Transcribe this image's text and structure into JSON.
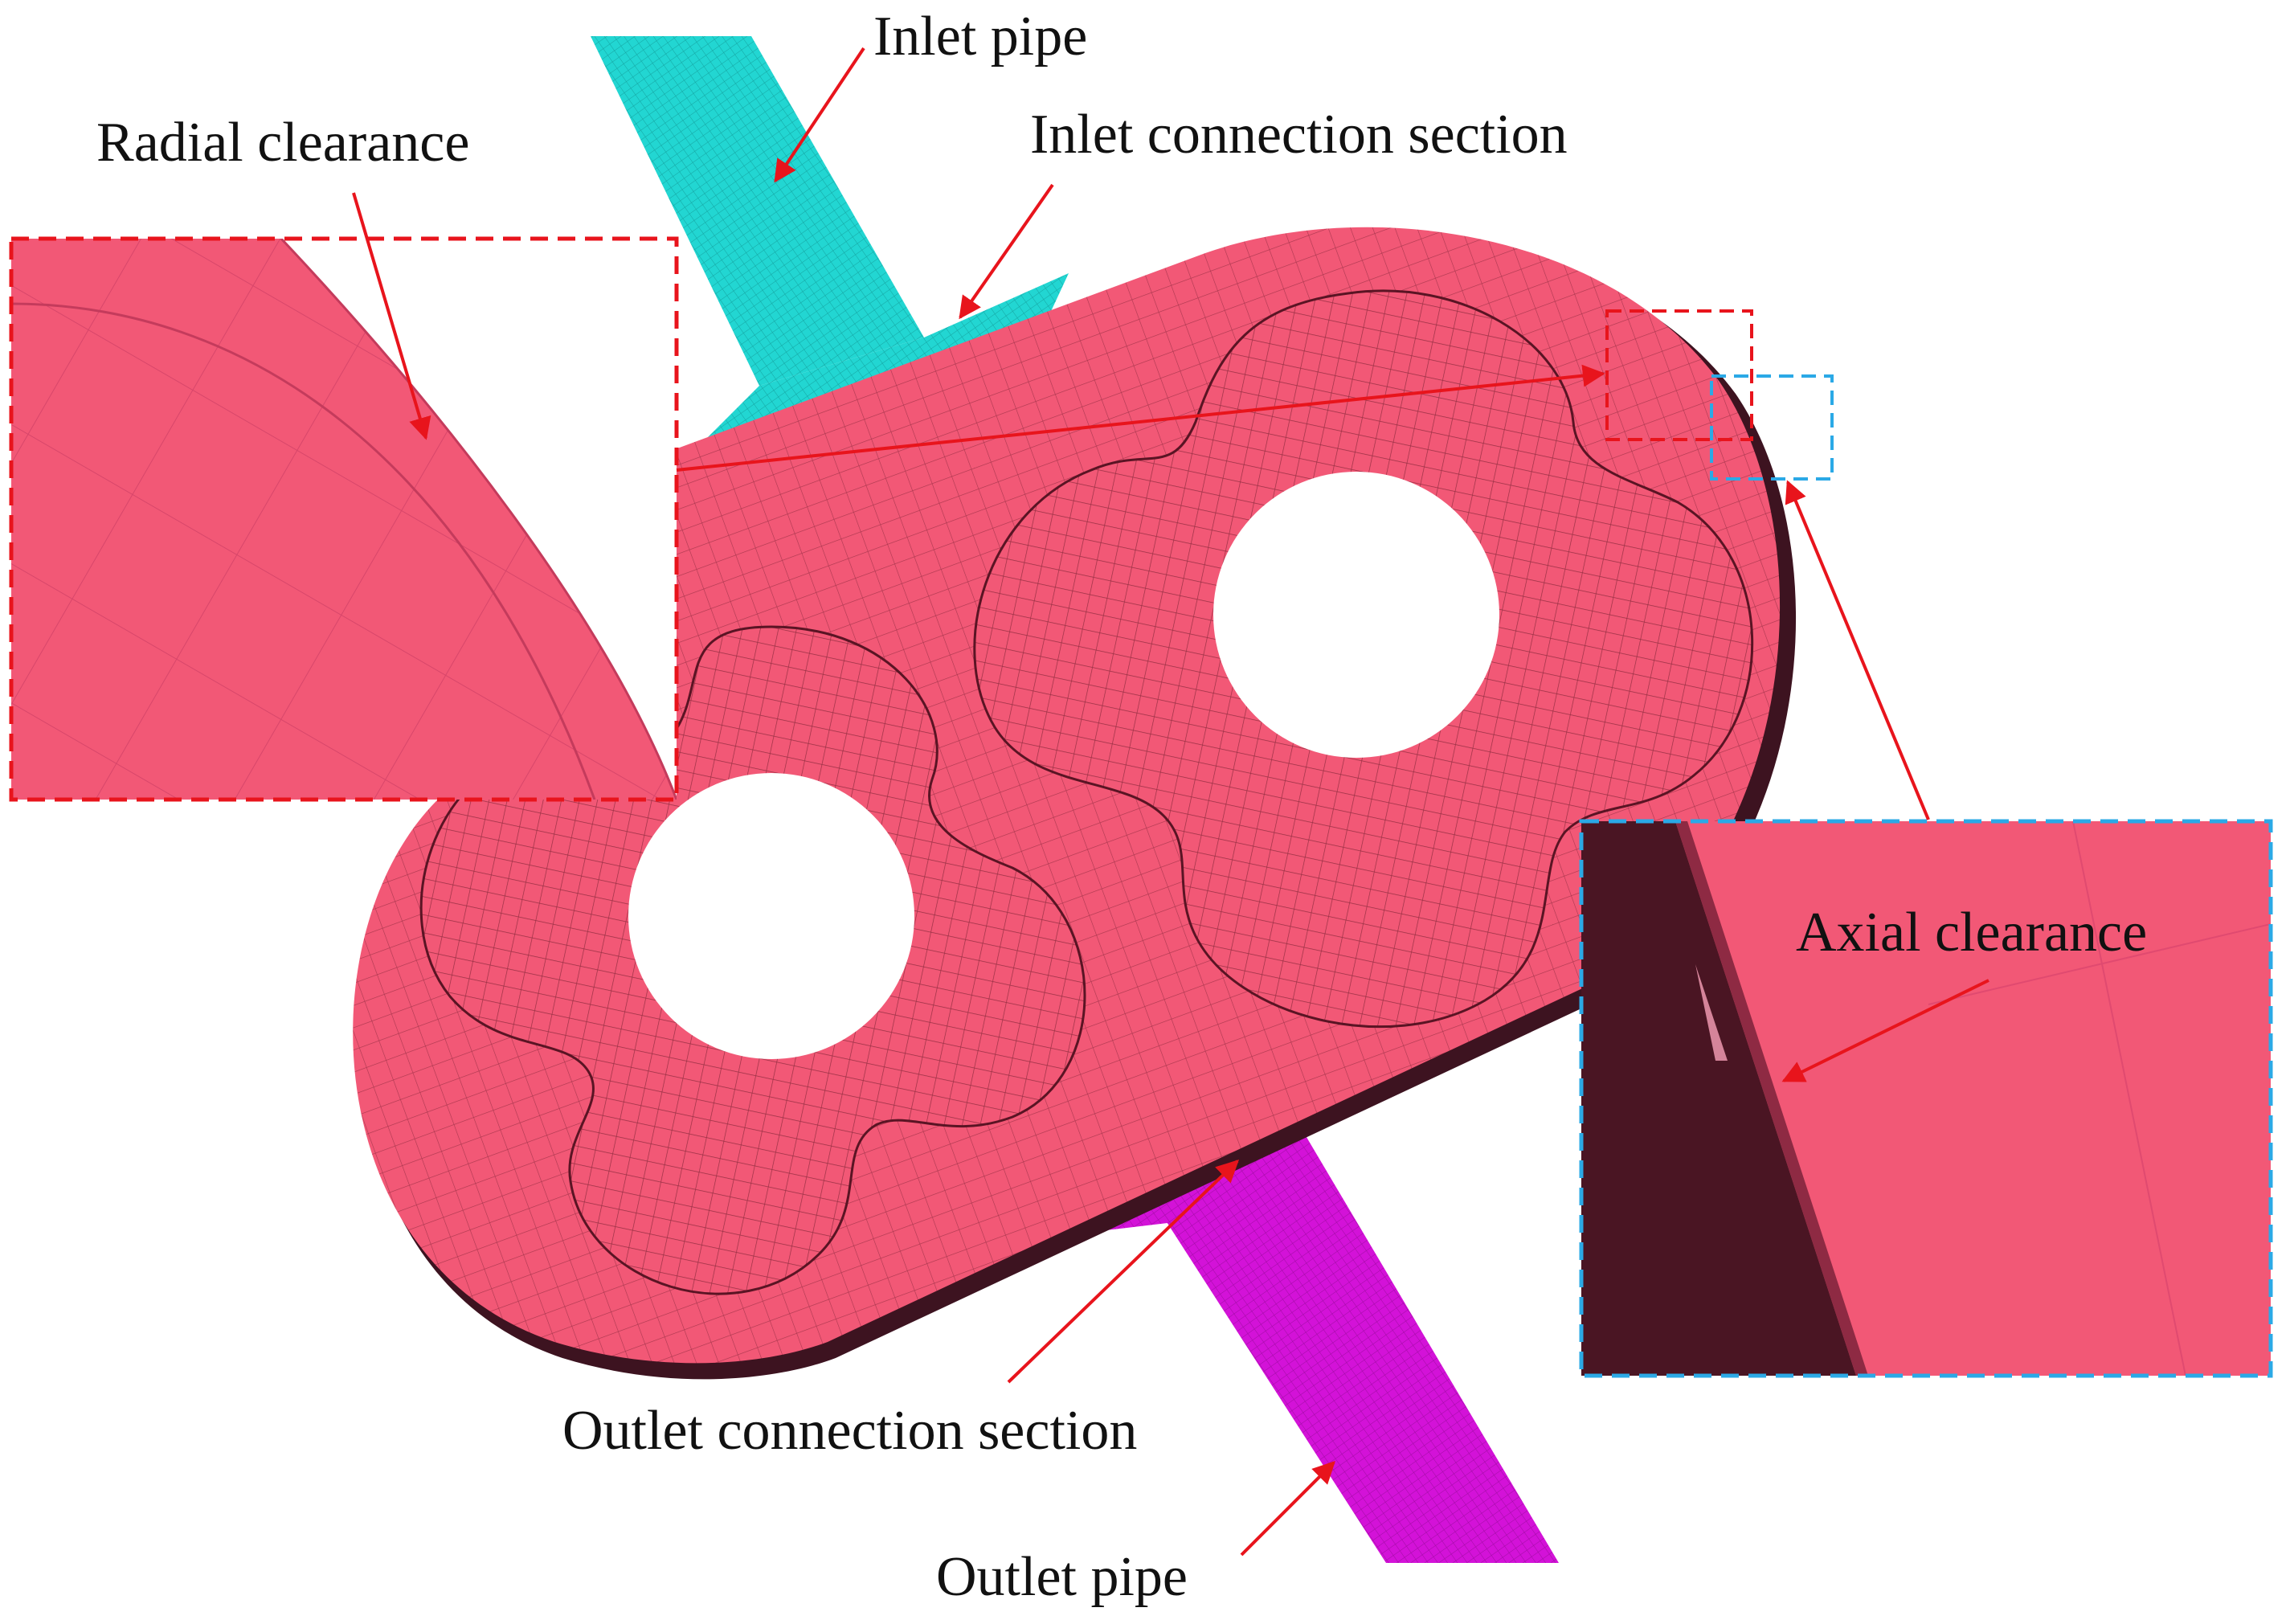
{
  "labels": {
    "inlet_pipe": "Inlet pipe",
    "inlet_connection_section": "Inlet connection section",
    "radial_clearance": "Radial clearance",
    "axial_clearance": "Axial clearance",
    "outlet_connection_section": "Outlet connection section",
    "outlet_pipe": "Outlet pipe"
  },
  "colors": {
    "rotor": "#f25876",
    "rotor_shadow": "#3d1320",
    "mesh_line": "#6b1c2c",
    "inlet": "#22d6d2",
    "outlet": "#d312d8",
    "arrow": "#e8141c",
    "zoom_radial_frame": "#e8141c",
    "zoom_axial_frame": "#2ba9e6"
  },
  "icons": {
    "arrow": "red-arrow-icon",
    "shaft_hole": "shaft-hole-icon"
  }
}
